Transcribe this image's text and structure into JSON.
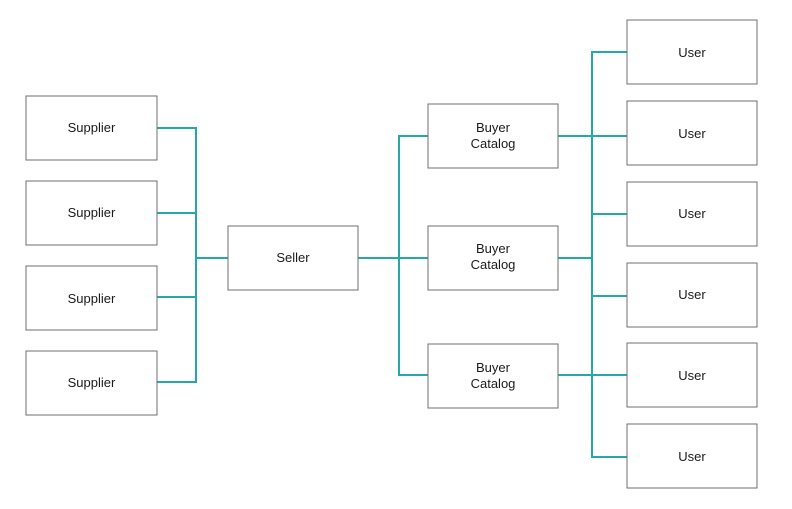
{
  "colors": {
    "connector": "#26a9a4",
    "box_stroke": "#6f6f6f",
    "box_fill": "#ffffff",
    "text": "#1a1a1a"
  },
  "suppliers": [
    {
      "label": "Supplier"
    },
    {
      "label": "Supplier"
    },
    {
      "label": "Supplier"
    },
    {
      "label": "Supplier"
    }
  ],
  "seller": {
    "label": "Seller"
  },
  "catalogs": [
    {
      "line1": "Buyer",
      "line2": "Catalog"
    },
    {
      "line1": "Buyer",
      "line2": "Catalog"
    },
    {
      "line1": "Buyer",
      "line2": "Catalog"
    }
  ],
  "users": [
    {
      "label": "User"
    },
    {
      "label": "User"
    },
    {
      "label": "User"
    },
    {
      "label": "User"
    },
    {
      "label": "User"
    },
    {
      "label": "User"
    }
  ]
}
